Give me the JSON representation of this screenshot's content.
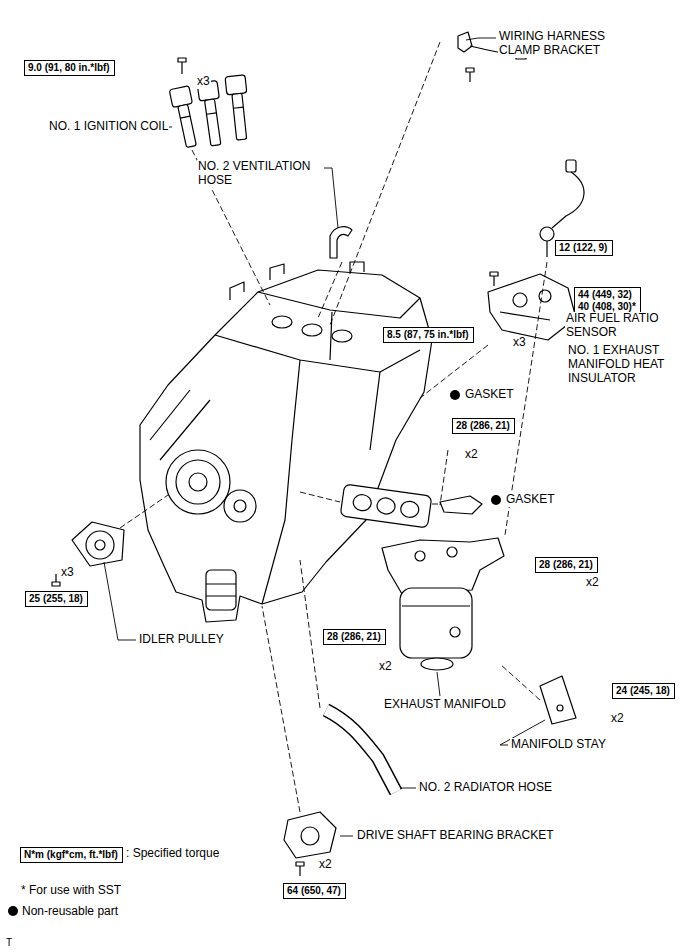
{
  "diagram": {
    "nodes": [
      {
        "text": [
          "9.0 (91, 80 in.*lbf)"
        ]
      },
      {
        "text": [
          "12 (122, 9)"
        ]
      },
      {
        "text": [
          "8.5 (87, 75 in.*lbf)"
        ]
      },
      {
        "text": [
          "44 (449, 32)",
          "40 (408, 30)*"
        ]
      },
      {
        "text": [
          "28 (286, 21)"
        ]
      },
      {
        "text": [
          "28 (286, 21)"
        ]
      },
      {
        "text": [
          "28 (286, 21)"
        ]
      },
      {
        "text": [
          "24 (245, 18)"
        ]
      },
      {
        "text": [
          "25 (255, 18)"
        ]
      },
      {
        "text": [
          "64 (650, 47)"
        ]
      },
      {
        "text": [
          "N*m (kgf*cm, ft.*lbf)"
        ]
      }
    ],
    "labels": [
      "NO. 1 IGNITION COIL",
      "WIRING HARNESS CLAMP BRACKET",
      "NO. 2 VENTILATION HOSE",
      "AIR FUEL RATIO SENSOR",
      "NO. 1 EXHAUST MANIFOLD HEAT INSULATOR",
      "GASKET",
      "GASKET",
      "IDLER PULLEY",
      "EXHAUST MANIFOLD",
      "MANIFOLD STAY",
      "NO. 2 RADIATOR HOSE",
      "DRIVE SHAFT BEARING BRACKET",
      ": Specified torque",
      "* For use with SST",
      "x3",
      "x3",
      "x3",
      "x2",
      "x2",
      "x2",
      "x2",
      "x2",
      "T"
    ],
    "legend": [
      {
        "text": "Non-reusable part"
      }
    ]
  }
}
